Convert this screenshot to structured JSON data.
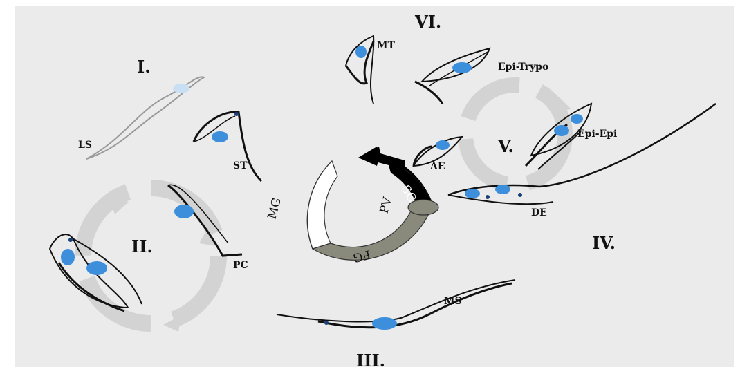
{
  "stages": {
    "I": "I.",
    "II": "II.",
    "III": "III.",
    "IV": "IV.",
    "V": "V.",
    "VI": "VI."
  },
  "forms": {
    "LS": "LS",
    "ST": "ST",
    "PC": "PC",
    "MS": "MS",
    "DE": "DE",
    "AE": "AE",
    "EE": "Epi-Epi",
    "ET": "Epi-Trypo",
    "MT": "MT"
  },
  "gut": {
    "MG": "MG",
    "PV": "PV",
    "FG": "FG",
    "SG": "SG"
  },
  "colors": {
    "background": "#ebebeb",
    "nucleus": "#3d8fdc",
    "midgut": "#ffffff",
    "foregut": "#8a8a7c",
    "salivary_gland": "#000000",
    "cycle_arrow": "#d2d2d2"
  }
}
